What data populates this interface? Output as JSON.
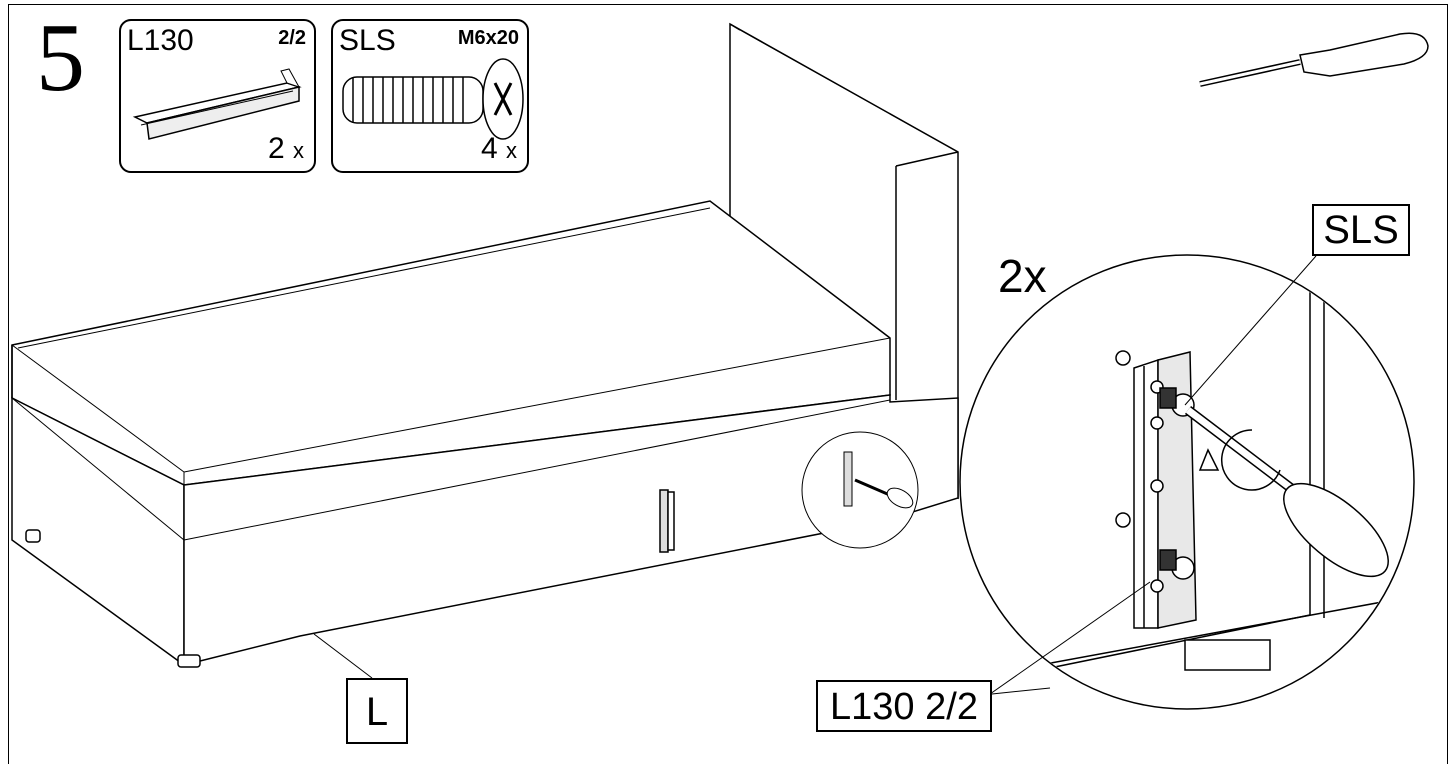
{
  "step": {
    "number": "5"
  },
  "parts": [
    {
      "code": "L130",
      "spec": "2/2",
      "qty": "2",
      "qty_suffix": "x",
      "icon": "bracket-rail-icon"
    },
    {
      "code": "SLS",
      "spec": "M6x20",
      "qty": "4",
      "qty_suffix": "x",
      "icon": "screw-icon"
    }
  ],
  "tool": {
    "icon": "screwdriver-icon"
  },
  "detail": {
    "repeat_count": "2x",
    "callouts": {
      "screw": "SLS",
      "bracket": "L130 2/2"
    }
  },
  "side_label": "L",
  "colors": {
    "line": "#000000",
    "background": "#ffffff",
    "shade": "#cccccc"
  }
}
